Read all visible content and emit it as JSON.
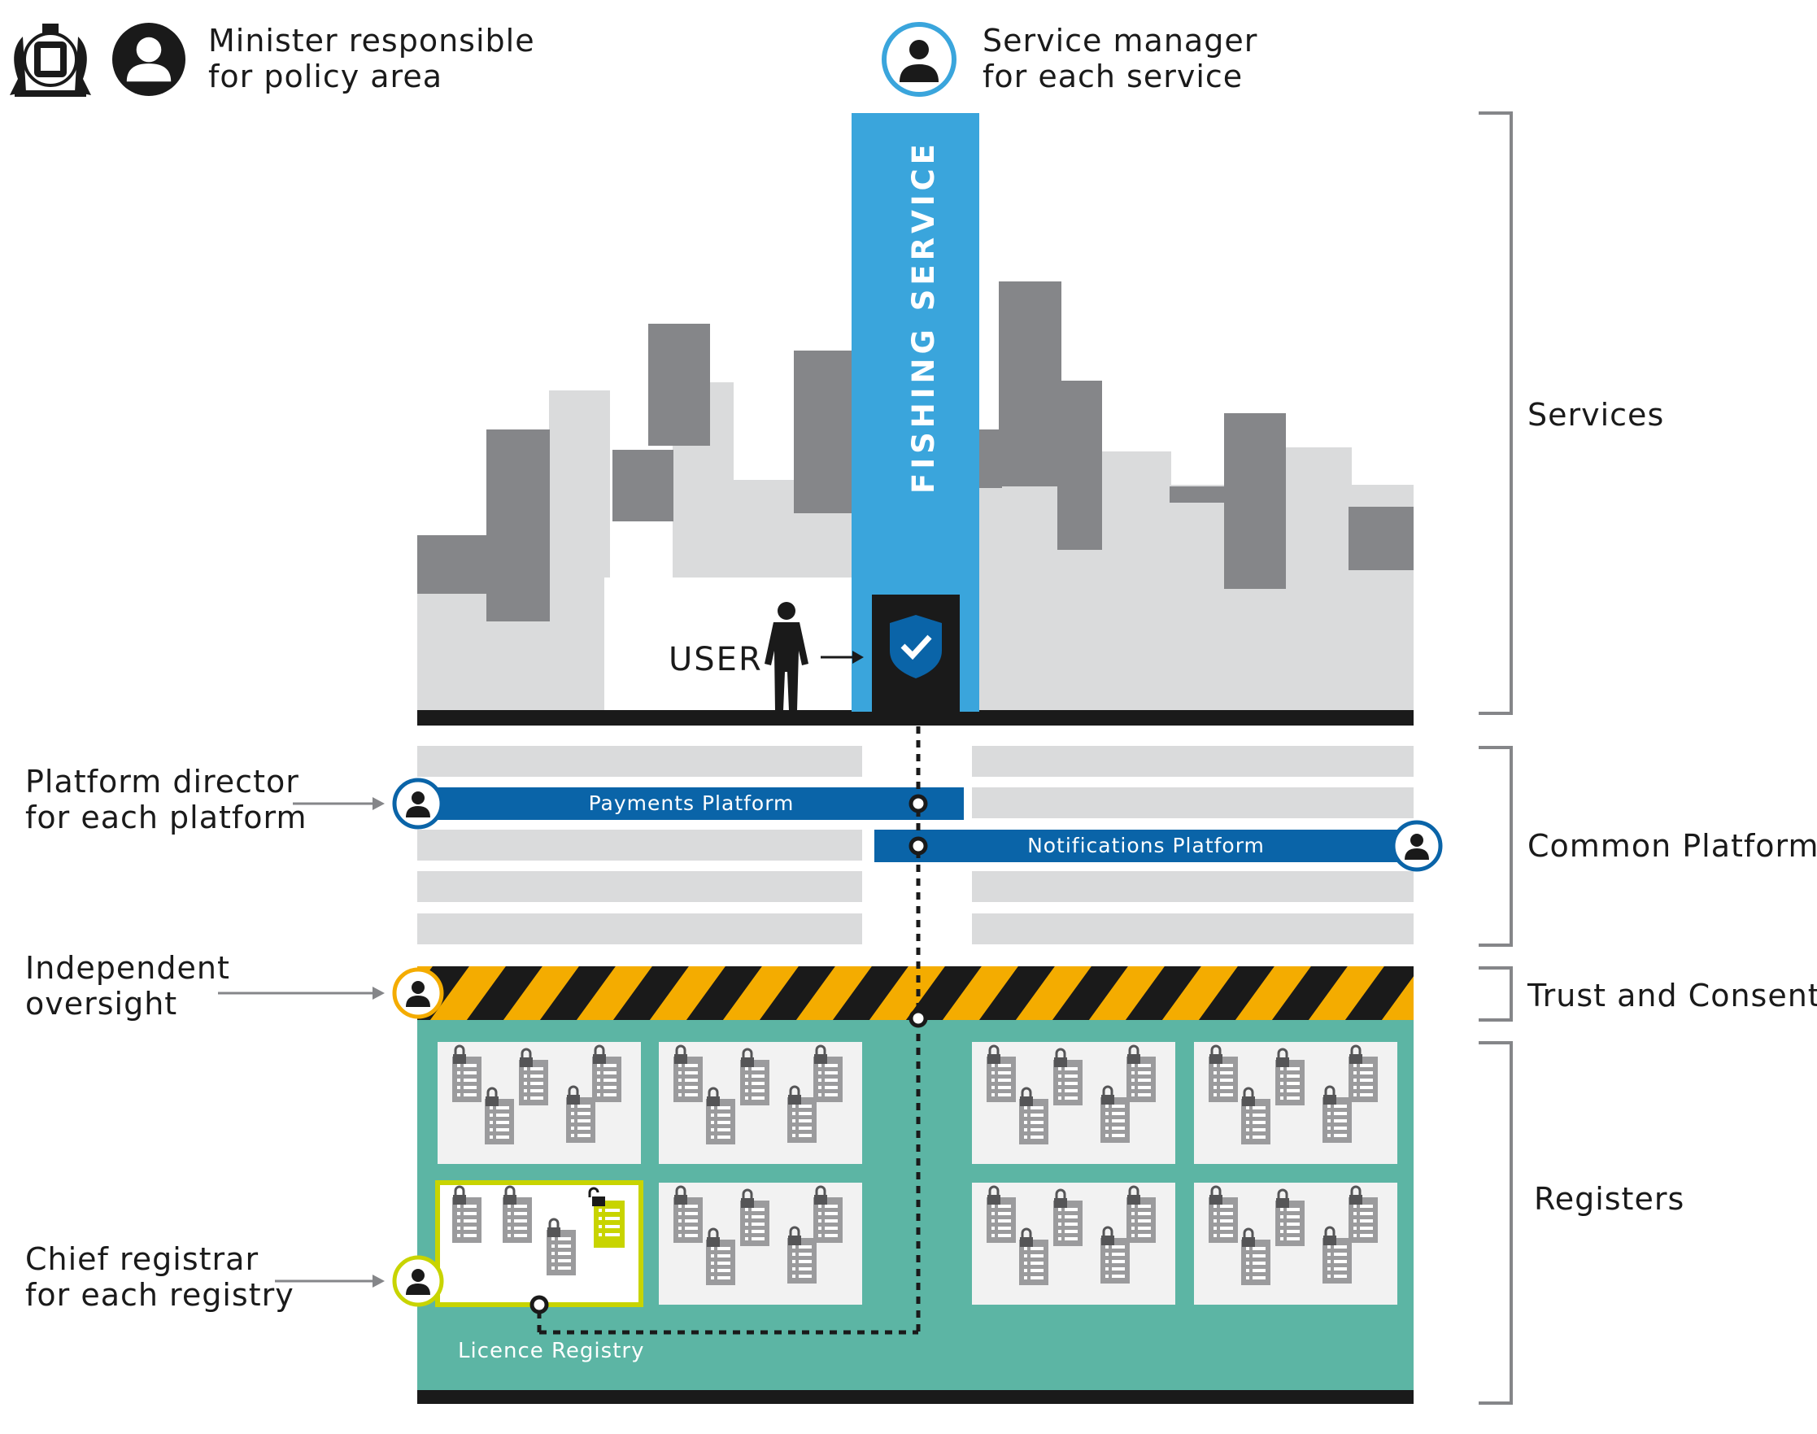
{
  "header": {
    "minister_line1": "Minister responsible",
    "minister_line2": "for policy area",
    "service_manager_line1": "Service manager",
    "service_manager_line2": "for each service",
    "crest_icon": "royal-coat-of-arms-icon",
    "person_icon": "person-icon"
  },
  "service": {
    "name": "FISHING SERVICE",
    "user_label": "USER",
    "color": "#3aa5dc",
    "shield_icon": "shield-check-icon"
  },
  "platforms": {
    "payments": "Payments Platform",
    "notifications": "Notifications Platform",
    "color": "#0a64a8"
  },
  "roles": {
    "platform_director_line1": "Platform director",
    "platform_director_line2": "for each platform",
    "oversight_line1": "Independent",
    "oversight_line2": "oversight",
    "registrar_line1": "Chief registrar",
    "registrar_line2": "for each registry"
  },
  "layers": {
    "services": "Services",
    "common_platforms": "Common Platforms",
    "trust_consent": "Trust and Consent",
    "registers": "Registers"
  },
  "registry": {
    "licence_label": "Licence Registry",
    "registers_color": "#5cb5a4",
    "highlight_color": "#c8d400",
    "warning_color": "#f4ac00"
  }
}
